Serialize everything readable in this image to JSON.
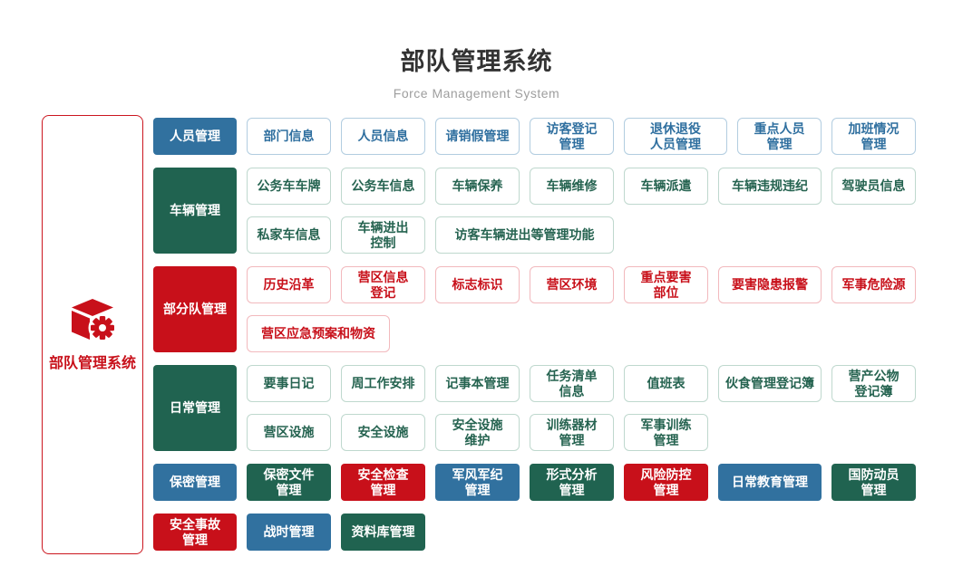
{
  "header": {
    "title": "部队管理系统",
    "subtitle": "Force Management System"
  },
  "root_panel": {
    "label": "部队管理系统",
    "icon": "cube-gear-icon"
  },
  "colors": {
    "blue": "#31719f",
    "green": "#206350",
    "red": "#c8101a",
    "blue_border": "#b2cde0",
    "green_border": "#bfd8ce",
    "red_border": "#f2b9bd",
    "title_text": "#333333",
    "subtitle_text": "#9e9e9e"
  },
  "rows": [
    {
      "category": {
        "id": "personnel",
        "label": "人员管理",
        "variant": "blue"
      },
      "item_variant": "blue",
      "lines": [
        [
          {
            "label": "部门信息"
          },
          {
            "label": "人员信息"
          },
          {
            "label": "请销假管理"
          },
          {
            "label": "访客登记\n管理"
          },
          {
            "label": "退休退役\n人员管理",
            "w": "lg"
          },
          {
            "label": "重点人员\n管理"
          },
          {
            "label": "加班情况\n管理"
          }
        ]
      ]
    },
    {
      "category": {
        "id": "vehicle",
        "label": "车辆管理",
        "variant": "green"
      },
      "item_variant": "green",
      "lines": [
        [
          {
            "label": "公务车车牌"
          },
          {
            "label": "公务车信息"
          },
          {
            "label": "车辆保养"
          },
          {
            "label": "车辆维修"
          },
          {
            "label": "车辆派遣"
          },
          {
            "label": "车辆违规违纪",
            "w": "lg"
          },
          {
            "label": "驾驶员信息"
          }
        ],
        [
          {
            "label": "私家车信息"
          },
          {
            "label": "车辆进出\n控制"
          },
          {
            "label": "访客车辆进出等管理功能",
            "w": "xl"
          }
        ]
      ]
    },
    {
      "category": {
        "id": "unit",
        "label": "部分队管理",
        "variant": "red"
      },
      "item_variant": "red",
      "lines": [
        [
          {
            "label": "历史沿革"
          },
          {
            "label": "营区信息\n登记"
          },
          {
            "label": "标志标识"
          },
          {
            "label": "营区环境"
          },
          {
            "label": "重点要害\n部位"
          },
          {
            "label": "要害隐患报警",
            "w": "lg"
          },
          {
            "label": "军事危险源"
          }
        ],
        [
          {
            "label": "营区应急预案和物资",
            "w": "md"
          }
        ]
      ]
    },
    {
      "category": {
        "id": "daily",
        "label": "日常管理",
        "variant": "green"
      },
      "item_variant": "green",
      "lines": [
        [
          {
            "label": "要事日记"
          },
          {
            "label": "周工作安排"
          },
          {
            "label": "记事本管理"
          },
          {
            "label": "任务清单\n信息"
          },
          {
            "label": "值班表"
          },
          {
            "label": "伙食管理登记簿",
            "w": "lg"
          },
          {
            "label": "营产公物\n登记簿"
          }
        ],
        [
          {
            "label": "营区设施"
          },
          {
            "label": "安全设施"
          },
          {
            "label": "安全设施\n维护"
          },
          {
            "label": "训练器材\n管理"
          },
          {
            "label": "军事训练\n管理"
          }
        ]
      ]
    },
    {
      "category": {
        "id": "secrecy",
        "label": "保密管理",
        "variant": "blue"
      },
      "item_variant": "blue",
      "lines": [
        [
          {
            "label": "保密文件\n管理",
            "variant": "green",
            "solid": true
          },
          {
            "label": "安全检查\n管理",
            "variant": "red",
            "solid": true
          },
          {
            "label": "军风军纪\n管理",
            "variant": "blue",
            "solid": true
          },
          {
            "label": "形式分析\n管理",
            "variant": "green",
            "solid": true
          },
          {
            "label": "风险防控\n管理",
            "variant": "red",
            "solid": true
          },
          {
            "label": "日常教育管理",
            "variant": "blue",
            "solid": true,
            "w": "lg"
          },
          {
            "label": "国防动员\n管理",
            "variant": "green",
            "solid": true
          }
        ]
      ]
    },
    {
      "category": {
        "id": "accident",
        "label": "安全事故\n管理",
        "variant": "red"
      },
      "item_variant": "red",
      "lines": [
        [
          {
            "label": "战时管理",
            "variant": "blue",
            "solid": true
          },
          {
            "label": "资料库管理",
            "variant": "green",
            "solid": true
          }
        ]
      ]
    }
  ]
}
